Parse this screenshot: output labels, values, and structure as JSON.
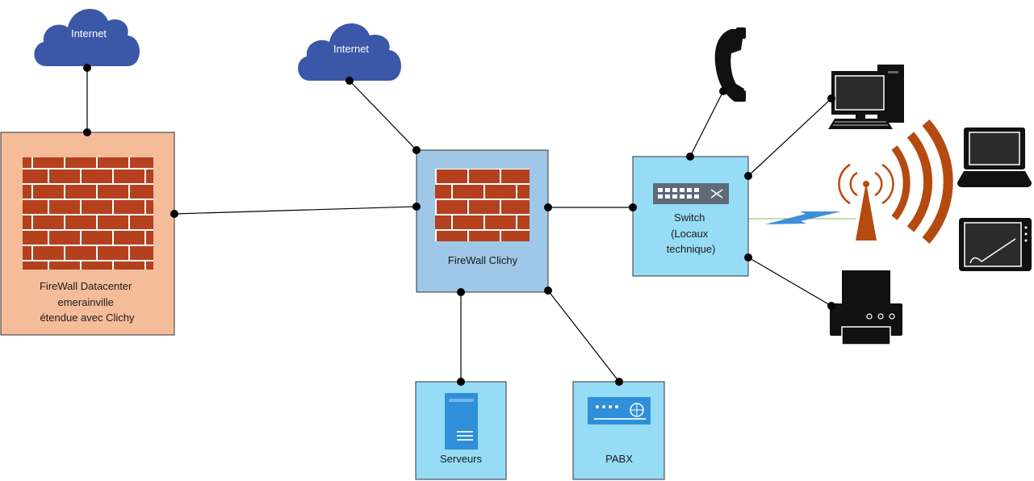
{
  "diagram": {
    "clouds": [
      {
        "id": "internet-1",
        "label": "Internet"
      },
      {
        "id": "internet-2",
        "label": "Internet"
      }
    ],
    "firewall_datacenter": {
      "lines": [
        "FireWall Datacenter",
        "emerainville",
        "étendue avec Clichy"
      ]
    },
    "firewall_clichy": {
      "label": "FireWall Clichy"
    },
    "switch": {
      "lines": [
        "Switch",
        "(Locaux",
        "technique)"
      ]
    },
    "servers": {
      "label": "Serveurs"
    },
    "pabx": {
      "label": "PABX"
    },
    "devices": [
      "phone-icon",
      "desktop-computer-icon",
      "wifi-antenna-icon",
      "laptop-icon",
      "tablet-icon",
      "printer-icon"
    ],
    "colors": {
      "cloud": "#3b57a8",
      "datacenter_box": "#f5bc9a",
      "clichy_box": "#9fc7e8",
      "light_box": "#97dcf7",
      "brick": "#b5401e",
      "wifi": "#b54a10"
    }
  }
}
